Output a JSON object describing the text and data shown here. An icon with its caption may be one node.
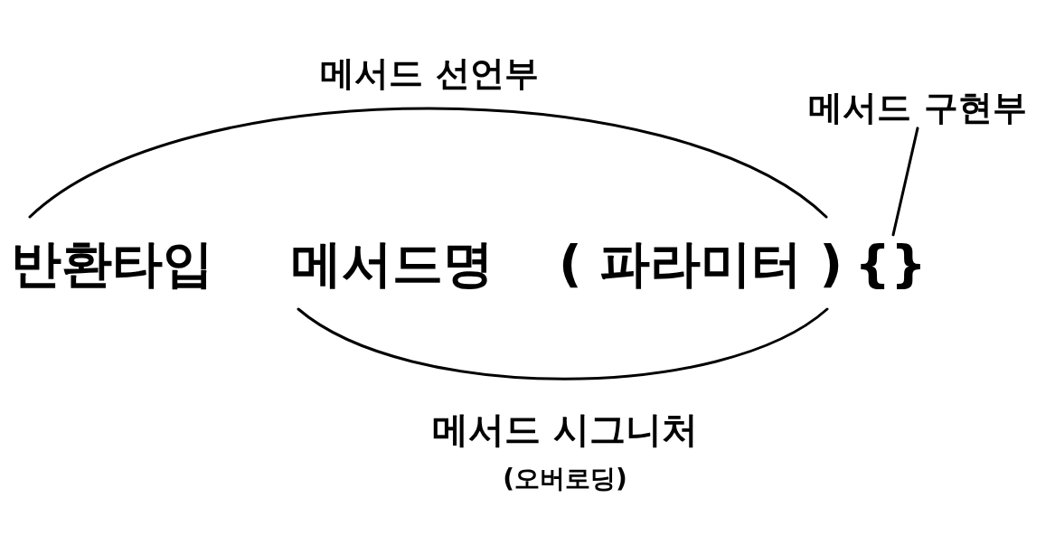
{
  "diagram": {
    "nodes": [
      {
        "text": [
          "메서드 구현부"
        ]
      },
      {
        "text": [
          "{}"
        ]
      }
    ],
    "edges": [
      {
        "from": 0,
        "to": 1,
        "arrow": "none"
      }
    ],
    "labels": [
      "메서드 선언부",
      "반환타입",
      "메서드명",
      "( 파라미터 )",
      "메서드 시그니처",
      "(오버로딩)"
    ]
  }
}
